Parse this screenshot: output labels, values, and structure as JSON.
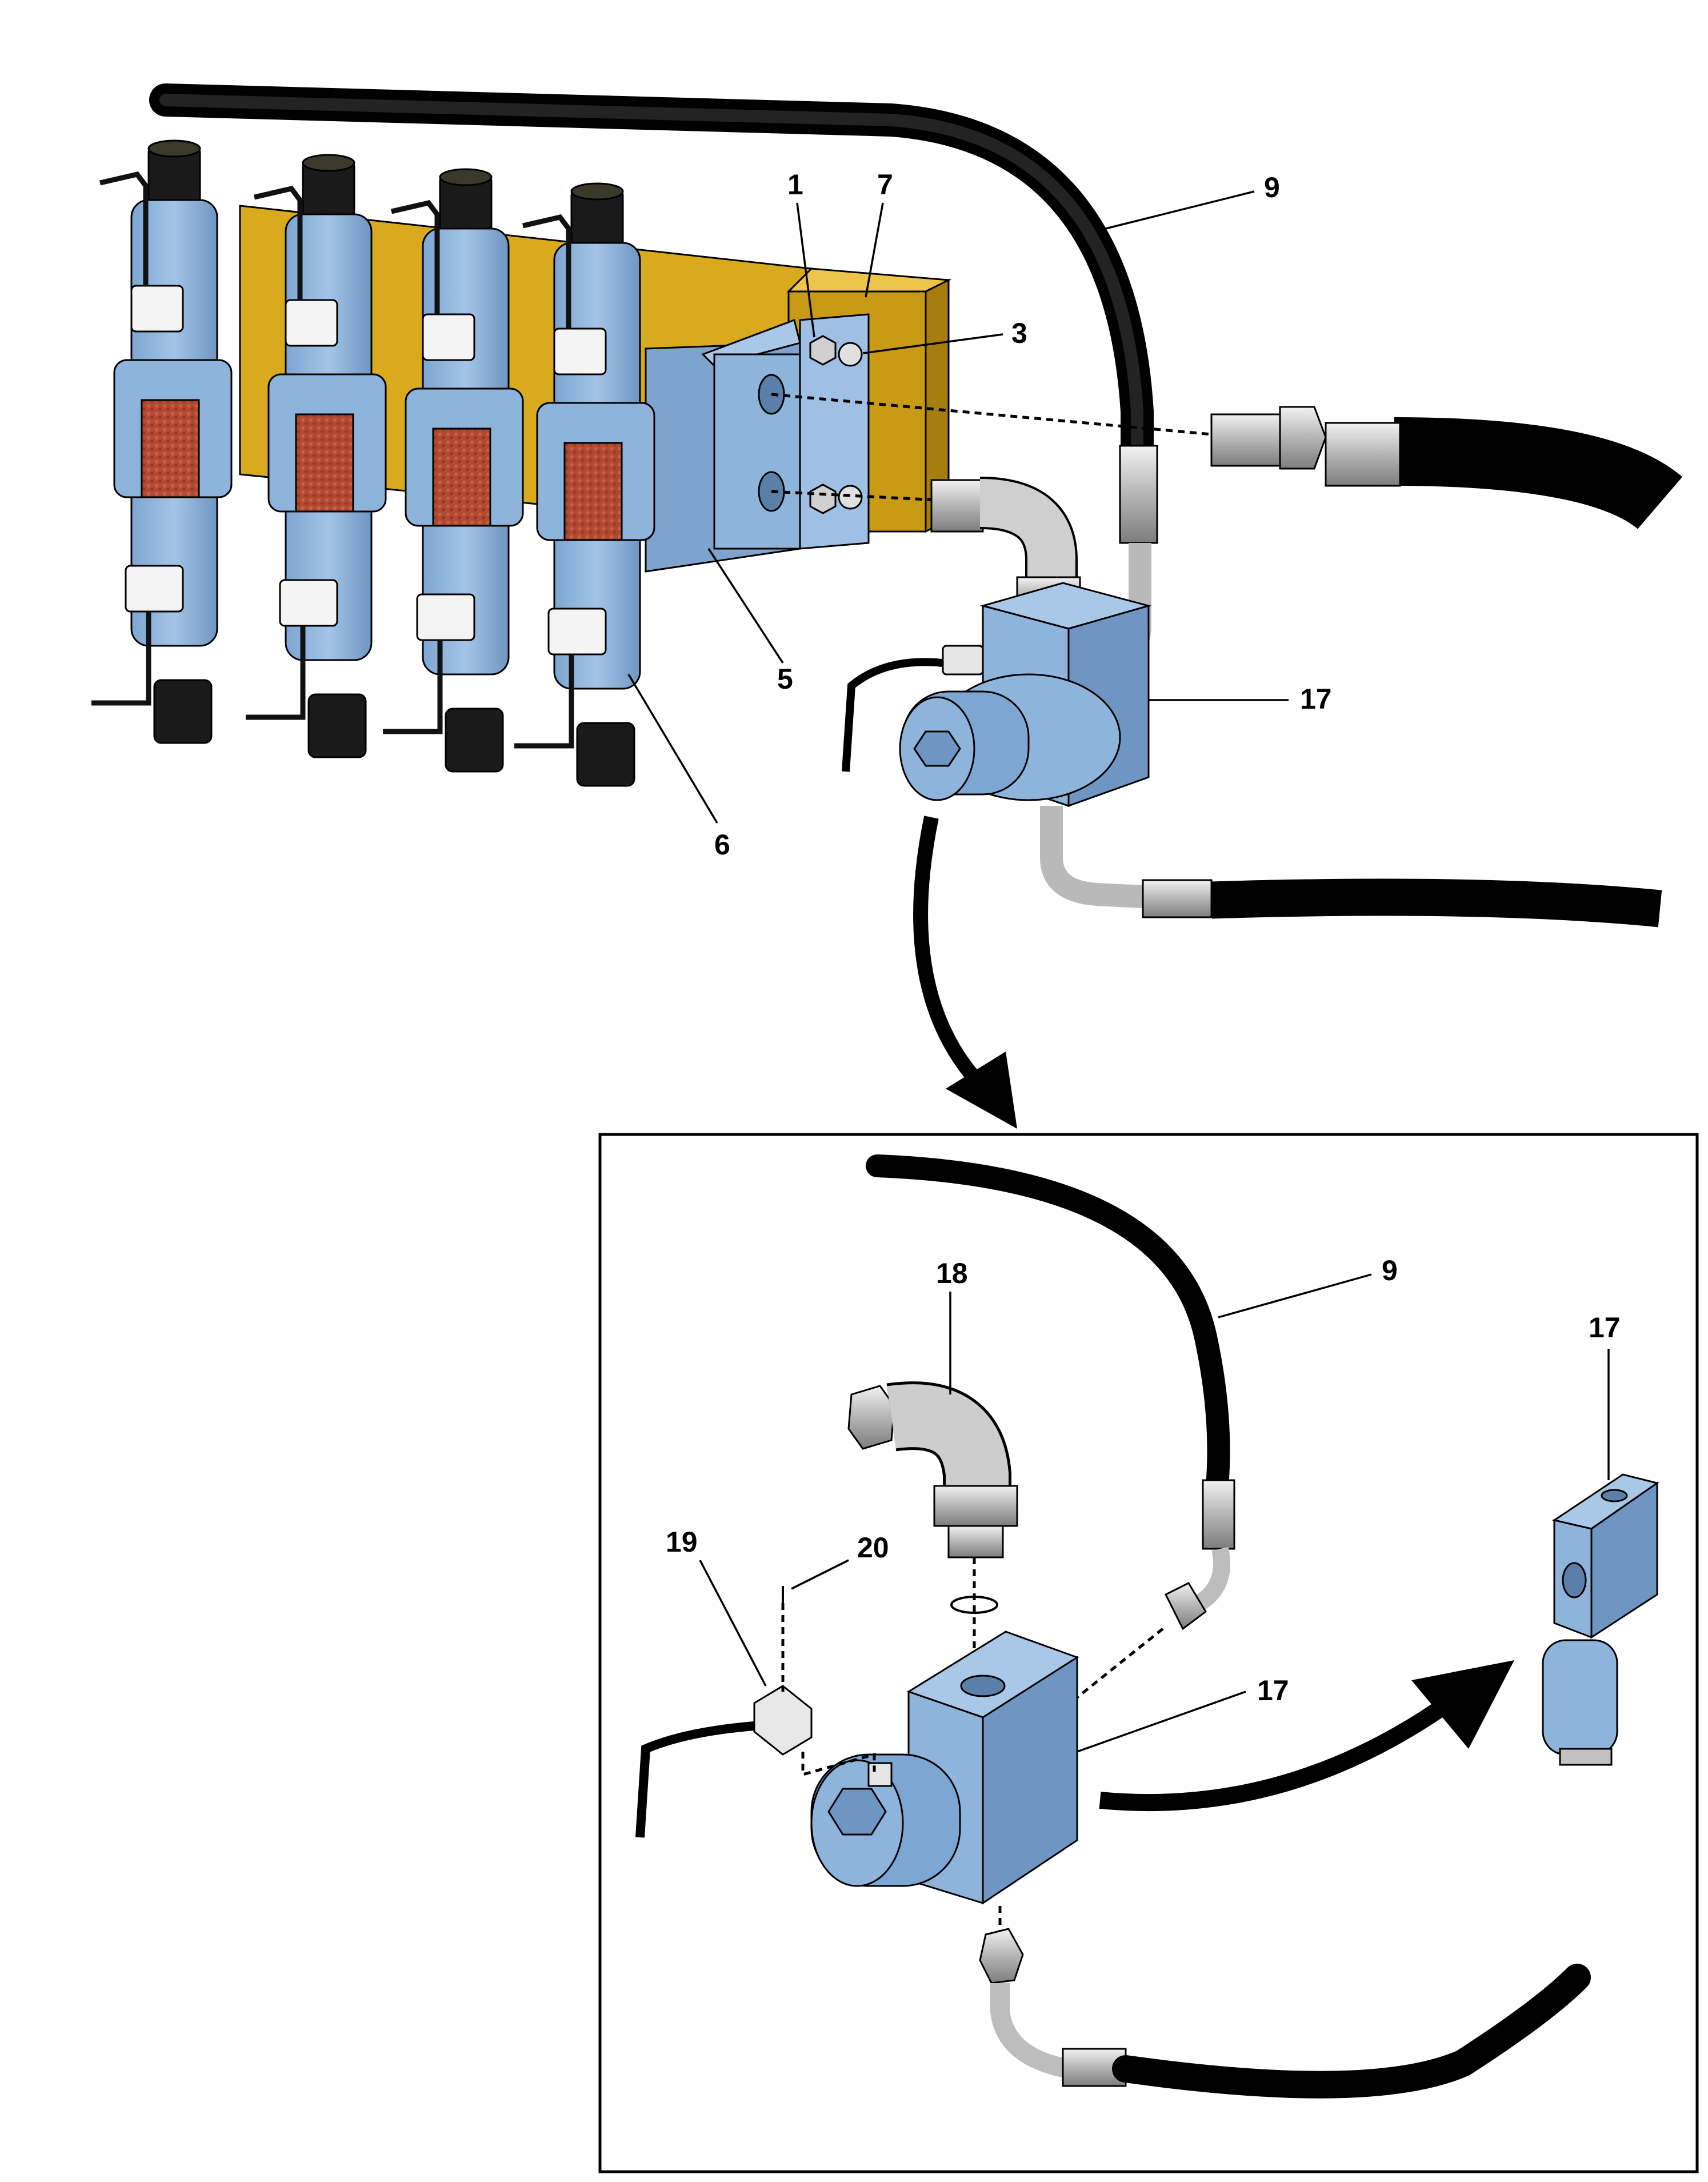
{
  "callouts": {
    "main_1": "1",
    "main_7": "7",
    "main_9": "9",
    "main_3": "3",
    "main_17": "17",
    "main_5": "5",
    "main_6": "6",
    "detail_18": "18",
    "detail_9": "9",
    "detail_17_top": "17",
    "detail_19": "19",
    "detail_20": "20",
    "detail_17": "17"
  },
  "colors": {
    "valve_blue": "#8eb4dc",
    "valve_blue_dark": "#6f96c2",
    "valve_blue_light": "#a9c8e8",
    "bracket_yellow": "#d9a91e",
    "bracket_yellow_dark": "#b88d12",
    "hose_black": "#1c1c1c",
    "fitting_steel": "#c9c9c9",
    "window_red": "#b4452f",
    "knob_black": "#1a1a1a",
    "connector_white": "#f4f4f4"
  }
}
